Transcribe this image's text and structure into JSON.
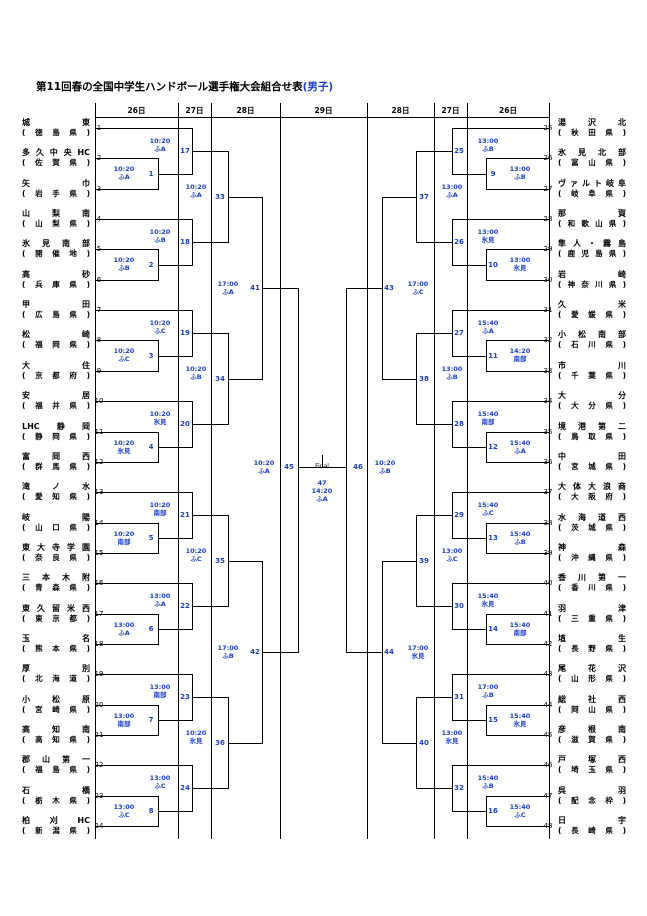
{
  "title": "第11回春の全国中学生ハンドボール選手権大会組合せ表",
  "title_sub": "(男子)",
  "day_headers": {
    "d26": "26日",
    "d27": "27日",
    "d28": "28日",
    "d29": "29日"
  },
  "final_label": "Final",
  "final_info": {
    "num": "47",
    "time": "14:20",
    "venue": "ふA"
  },
  "left_teams": [
    {
      "no": "1",
      "school": "城東",
      "pref": "(徳島県)"
    },
    {
      "no": "2",
      "school": "多久中央HC",
      "pref": "(佐賀県)"
    },
    {
      "no": "3",
      "school": "矢巾",
      "pref": "(岩手県)"
    },
    {
      "no": "4",
      "school": "山梨南",
      "pref": "(山梨県)"
    },
    {
      "no": "5",
      "school": "氷見南部",
      "pref": "(開催地)"
    },
    {
      "no": "6",
      "school": "高砂",
      "pref": "(兵庫県)"
    },
    {
      "no": "7",
      "school": "甲田",
      "pref": "(広島県)"
    },
    {
      "no": "8",
      "school": "松崎",
      "pref": "(福岡県)"
    },
    {
      "no": "9",
      "school": "大住",
      "pref": "(京都府)"
    },
    {
      "no": "10",
      "school": "安居",
      "pref": "(福井県)"
    },
    {
      "no": "11",
      "school": "LHC静岡",
      "pref": "(静岡県)"
    },
    {
      "no": "12",
      "school": "富岡西",
      "pref": "(群馬県)"
    },
    {
      "no": "13",
      "school": "滝ノ水",
      "pref": "(愛知県)"
    },
    {
      "no": "14",
      "school": "岐陽",
      "pref": "(山口県)"
    },
    {
      "no": "15",
      "school": "東大寺学園",
      "pref": "(奈良県)"
    },
    {
      "no": "16",
      "school": "三本木附",
      "pref": "(青森県)"
    },
    {
      "no": "17",
      "school": "東久留米西",
      "pref": "(東京都)"
    },
    {
      "no": "18",
      "school": "玉名",
      "pref": "(熊本県)"
    },
    {
      "no": "19",
      "school": "厚別",
      "pref": "(北海道)"
    },
    {
      "no": "20",
      "school": "小松原",
      "pref": "(宮崎県)"
    },
    {
      "no": "21",
      "school": "高知南",
      "pref": "(高知県)"
    },
    {
      "no": "22",
      "school": "郡山第一",
      "pref": "(福島県)"
    },
    {
      "no": "23",
      "school": "石橋",
      "pref": "(栃木県)"
    },
    {
      "no": "24",
      "school": "柏刈HC",
      "pref": "(新潟県)"
    }
  ],
  "right_teams": [
    {
      "no": "25",
      "school": "湯沢北",
      "pref": "(秋田県)"
    },
    {
      "no": "26",
      "school": "氷見北部",
      "pref": "(富山県)"
    },
    {
      "no": "27",
      "school": "ヴァルト岐阜",
      "pref": "(岐阜県)"
    },
    {
      "no": "28",
      "school": "那賀",
      "pref": "(和歌山県)"
    },
    {
      "no": "29",
      "school": "隼人・霧島",
      "pref": "(鹿児島県)"
    },
    {
      "no": "30",
      "school": "岩崎",
      "pref": "(神奈川県)"
    },
    {
      "no": "31",
      "school": "久米",
      "pref": "(愛媛県)"
    },
    {
      "no": "32",
      "school": "小松南部",
      "pref": "(石川県)"
    },
    {
      "no": "33",
      "school": "市川",
      "pref": "(千葉県)"
    },
    {
      "no": "34",
      "school": "大分",
      "pref": "(大分県)"
    },
    {
      "no": "35",
      "school": "境港第二",
      "pref": "(鳥取県)"
    },
    {
      "no": "36",
      "school": "中田",
      "pref": "(宮城県)"
    },
    {
      "no": "37",
      "school": "大体大浪商",
      "pref": "(大阪府)"
    },
    {
      "no": "38",
      "school": "水海道西",
      "pref": "(茨城県)"
    },
    {
      "no": "39",
      "school": "神森",
      "pref": "(沖縄県)"
    },
    {
      "no": "40",
      "school": "香川第一",
      "pref": "(香川県)"
    },
    {
      "no": "41",
      "school": "羽津",
      "pref": "(三重県)"
    },
    {
      "no": "42",
      "school": "埴生",
      "pref": "(長野県)"
    },
    {
      "no": "43",
      "school": "尾花沢",
      "pref": "(山形県)"
    },
    {
      "no": "44",
      "school": "総社西",
      "pref": "(岡山県)"
    },
    {
      "no": "45",
      "school": "彦根南",
      "pref": "(滋賀県)"
    },
    {
      "no": "46",
      "school": "戸塚西",
      "pref": "(埼玉県)"
    },
    {
      "no": "47",
      "school": "呉羽",
      "pref": "(配念枠)"
    },
    {
      "no": "48",
      "school": "日宇",
      "pref": "(長崎県)"
    }
  ],
  "matches": {
    "m1": {
      "num": "1",
      "time": "10:20",
      "venue": "ふA"
    },
    "m2": {
      "num": "2",
      "time": "10:20",
      "venue": "ふB"
    },
    "m3": {
      "num": "3",
      "time": "10:20",
      "venue": "ふC"
    },
    "m4": {
      "num": "4",
      "time": "10:20",
      "venue": "氷見"
    },
    "m5": {
      "num": "5",
      "time": "10:20",
      "venue": "南部"
    },
    "m6": {
      "num": "6",
      "time": "13:00",
      "venue": "ふA"
    },
    "m7": {
      "num": "7",
      "time": "13:00",
      "venue": "南部"
    },
    "m8": {
      "num": "8",
      "time": "13:00",
      "venue": "ふC"
    },
    "m9": {
      "num": "9",
      "time": "13:00",
      "venue": "ふB"
    },
    "m10": {
      "num": "10",
      "time": "13:00",
      "venue": "氷見"
    },
    "m11": {
      "num": "11",
      "time": "14:20",
      "venue": "南部"
    },
    "m12": {
      "num": "12",
      "time": "15:40",
      "venue": "ふA"
    },
    "m13": {
      "num": "13",
      "time": "15:40",
      "venue": "ふB"
    },
    "m14": {
      "num": "14",
      "time": "15:40",
      "venue": "南部"
    },
    "m15": {
      "num": "15",
      "time": "15:40",
      "venue": "氷見"
    },
    "m16": {
      "num": "16",
      "time": "15:40",
      "venue": "ふC"
    },
    "m17": {
      "num": "17",
      "time": "10:20",
      "venue": "ふA"
    },
    "m18": {
      "num": "18",
      "time": "10:20",
      "venue": "ふB"
    },
    "m19": {
      "num": "19",
      "time": "10:20",
      "venue": "ふC"
    },
    "m20": {
      "num": "20",
      "time": "10:20",
      "venue": "氷見"
    },
    "m21": {
      "num": "21",
      "time": "10:20",
      "venue": "南部"
    },
    "m22": {
      "num": "22",
      "time": "13:00",
      "venue": "ふA"
    },
    "m23": {
      "num": "23",
      "time": "13:00",
      "venue": "南部"
    },
    "m24": {
      "num": "24",
      "time": "13:00",
      "venue": "ふC"
    },
    "m25": {
      "num": "25",
      "time": "13:00",
      "venue": "ふB"
    },
    "m26": {
      "num": "26",
      "time": "13:00",
      "venue": "氷見"
    },
    "m27": {
      "num": "27",
      "time": "15:40",
      "venue": "ふA"
    },
    "m28": {
      "num": "28",
      "time": "15:40",
      "venue": "南部"
    },
    "m29": {
      "num": "29",
      "time": "15:40",
      "venue": "ふC"
    },
    "m30": {
      "num": "30",
      "time": "15:40",
      "venue": "氷見"
    },
    "m31": {
      "num": "31",
      "time": "17:00",
      "venue": "ふB"
    },
    "m32": {
      "num": "32",
      "time": "15:40",
      "venue": "ふB"
    },
    "m33": {
      "num": "33",
      "time": "10:20",
      "venue": "ふA"
    },
    "m34": {
      "num": "34",
      "time": "10:20",
      "venue": "ふB"
    },
    "m35": {
      "num": "35",
      "time": "10:20",
      "venue": "ふC"
    },
    "m36": {
      "num": "36",
      "time": "10:20",
      "venue": "氷見"
    },
    "m37": {
      "num": "37",
      "time": "13:00",
      "venue": "ふA"
    },
    "m38": {
      "num": "38",
      "time": "13:00",
      "venue": "ふB"
    },
    "m39": {
      "num": "39",
      "time": "13:00",
      "venue": "ふC"
    },
    "m40": {
      "num": "40",
      "time": "13:00",
      "venue": "氷見"
    },
    "m41": {
      "num": "41",
      "time": "17:00",
      "venue": "ふA"
    },
    "m42": {
      "num": "42",
      "time": "17:00",
      "venue": "ふB"
    },
    "m43": {
      "num": "43",
      "time": "17:00",
      "venue": "ふC"
    },
    "m44": {
      "num": "44",
      "time": "17:00",
      "venue": "氷見"
    },
    "m45": {
      "num": "45",
      "time": "10:20",
      "venue": "ふA"
    },
    "m46": {
      "num": "46",
      "time": "10:20",
      "venue": "ふB"
    }
  }
}
